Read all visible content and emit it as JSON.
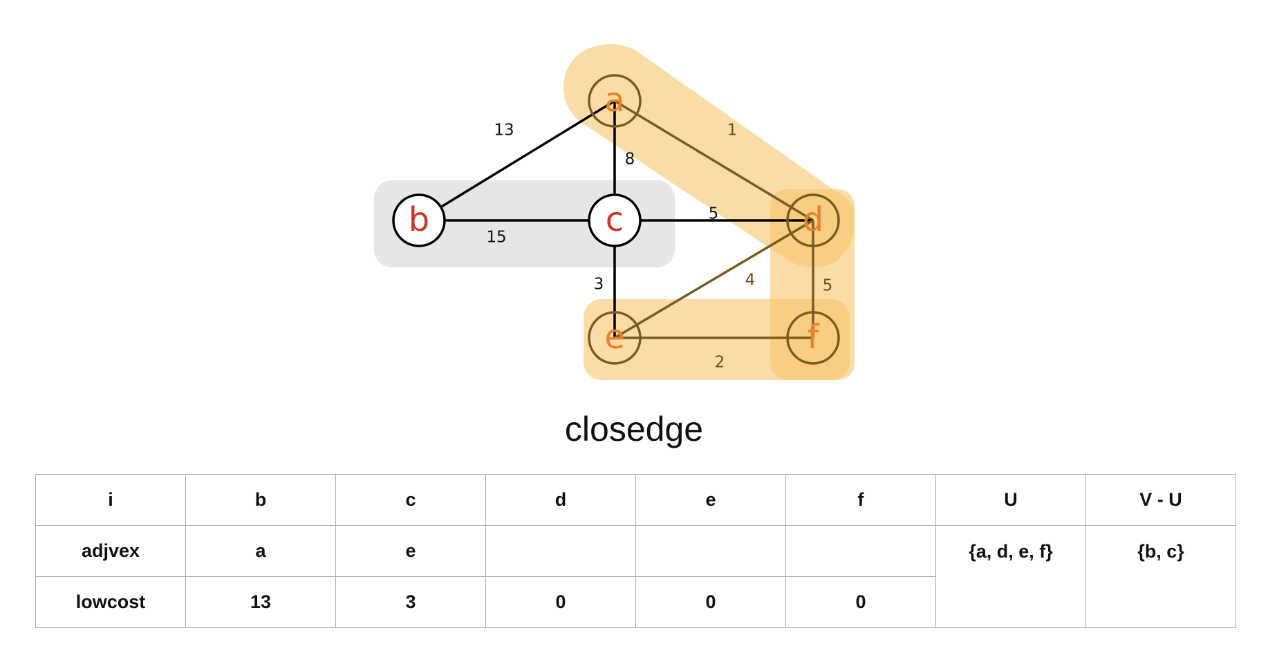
{
  "graph": {
    "nodes": [
      {
        "id": "a",
        "label": "a",
        "in_u": true
      },
      {
        "id": "b",
        "label": "b",
        "in_u": false
      },
      {
        "id": "c",
        "label": "c",
        "in_u": false
      },
      {
        "id": "d",
        "label": "d",
        "in_u": true
      },
      {
        "id": "e",
        "label": "e",
        "in_u": true
      },
      {
        "id": "f",
        "label": "f",
        "in_u": true
      }
    ],
    "edges": [
      {
        "from": "a",
        "to": "b",
        "weight": "13"
      },
      {
        "from": "a",
        "to": "c",
        "weight": "8"
      },
      {
        "from": "a",
        "to": "d",
        "weight": "1"
      },
      {
        "from": "b",
        "to": "c",
        "weight": "15"
      },
      {
        "from": "c",
        "to": "d",
        "weight": "5"
      },
      {
        "from": "c",
        "to": "e",
        "weight": "3"
      },
      {
        "from": "d",
        "to": "e",
        "weight": "4"
      },
      {
        "from": "d",
        "to": "f",
        "weight": "5"
      },
      {
        "from": "e",
        "to": "f",
        "weight": "2"
      }
    ],
    "colors": {
      "u_node_text": "#e8822a",
      "vu_node_text": "#c8382a",
      "u_highlight": "#f5c46a",
      "vu_highlight": "#e6e6e6",
      "u_edge": "#7a5a20",
      "vu_edge": "#000000"
    }
  },
  "title": "closedge",
  "table": {
    "rows": [
      [
        "i",
        "b",
        "c",
        "d",
        "e",
        "f",
        "U",
        "V - U"
      ],
      [
        "adjvex",
        "a",
        "e",
        "",
        "",
        ""
      ],
      [
        "lowcost",
        "13",
        "3",
        "0",
        "0",
        "0"
      ]
    ],
    "U": "{a, d, e, f}",
    "V_minus_U": "{b, c}"
  }
}
